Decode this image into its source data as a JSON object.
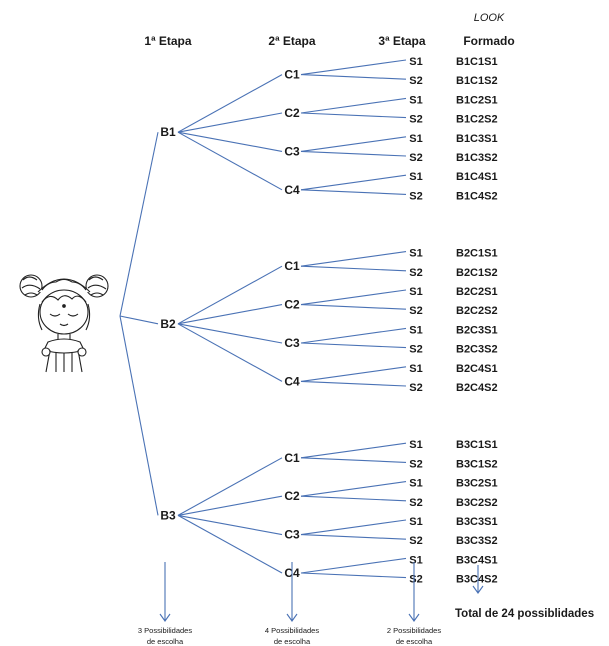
{
  "headers": {
    "stage1": "1ª Etapa",
    "stage2": "2ª Etapa",
    "stage3": "3ª Etapa",
    "look_top": "LOOK",
    "look_bottom": "Formado"
  },
  "tree": {
    "blocks": [
      {
        "label": "B1",
        "children": [
          {
            "label": "C1",
            "leaves": [
              "S1",
              "S2"
            ],
            "looks": [
              "B1C1S1",
              "B1C1S2"
            ]
          },
          {
            "label": "C2",
            "leaves": [
              "S1",
              "S2"
            ],
            "looks": [
              "B1C2S1",
              "B1C2S2"
            ]
          },
          {
            "label": "C3",
            "leaves": [
              "S1",
              "S2"
            ],
            "looks": [
              "B1C3S1",
              "B1C3S2"
            ]
          },
          {
            "label": "C4",
            "leaves": [
              "S1",
              "S2"
            ],
            "looks": [
              "B1C4S1",
              "B1C4S2"
            ]
          }
        ]
      },
      {
        "label": "B2",
        "children": [
          {
            "label": "C1",
            "leaves": [
              "S1",
              "S2"
            ],
            "looks": [
              "B2C1S1",
              "B2C1S2"
            ]
          },
          {
            "label": "C2",
            "leaves": [
              "S1",
              "S2"
            ],
            "looks": [
              "B2C2S1",
              "B2C2S2"
            ]
          },
          {
            "label": "C3",
            "leaves": [
              "S1",
              "S2"
            ],
            "looks": [
              "B2C3S1",
              "B2C3S2"
            ]
          },
          {
            "label": "C4",
            "leaves": [
              "S1",
              "S2"
            ],
            "looks": [
              "B2C4S1",
              "B2C4S2"
            ]
          }
        ]
      },
      {
        "label": "B3",
        "children": [
          {
            "label": "C1",
            "leaves": [
              "S1",
              "S2"
            ],
            "looks": [
              "B3C1S1",
              "B3C1S2"
            ]
          },
          {
            "label": "C2",
            "leaves": [
              "S1",
              "S2"
            ],
            "looks": [
              "B3C2S1",
              "B3C2S2"
            ]
          },
          {
            "label": "C3",
            "leaves": [
              "S1",
              "S2"
            ],
            "looks": [
              "B3C3S1",
              "B3C3S2"
            ]
          },
          {
            "label": "C4",
            "leaves": [
              "S1",
              "S2"
            ],
            "looks": [
              "B3C4S1",
              "B3C4S2"
            ]
          }
        ]
      }
    ]
  },
  "footer": {
    "total": "Total de 24 possiblidades",
    "stage1_caption": [
      "3 Possibilidades",
      "de escolha"
    ],
    "stage2_caption": [
      "4 Possibilidades",
      "de escolha"
    ],
    "stage3_caption": [
      "2 Possibilidades",
      "de escolha"
    ]
  },
  "illustration": {
    "icon": "girl-with-hair-buns-drawing"
  },
  "colors": {
    "lines": "#4a72b5",
    "text": "#1a1a1a"
  }
}
